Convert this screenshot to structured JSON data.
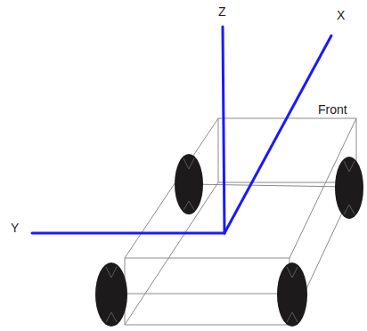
{
  "diagram": {
    "labels": [
      "Z",
      "X",
      "Y",
      "Front"
    ]
  }
}
